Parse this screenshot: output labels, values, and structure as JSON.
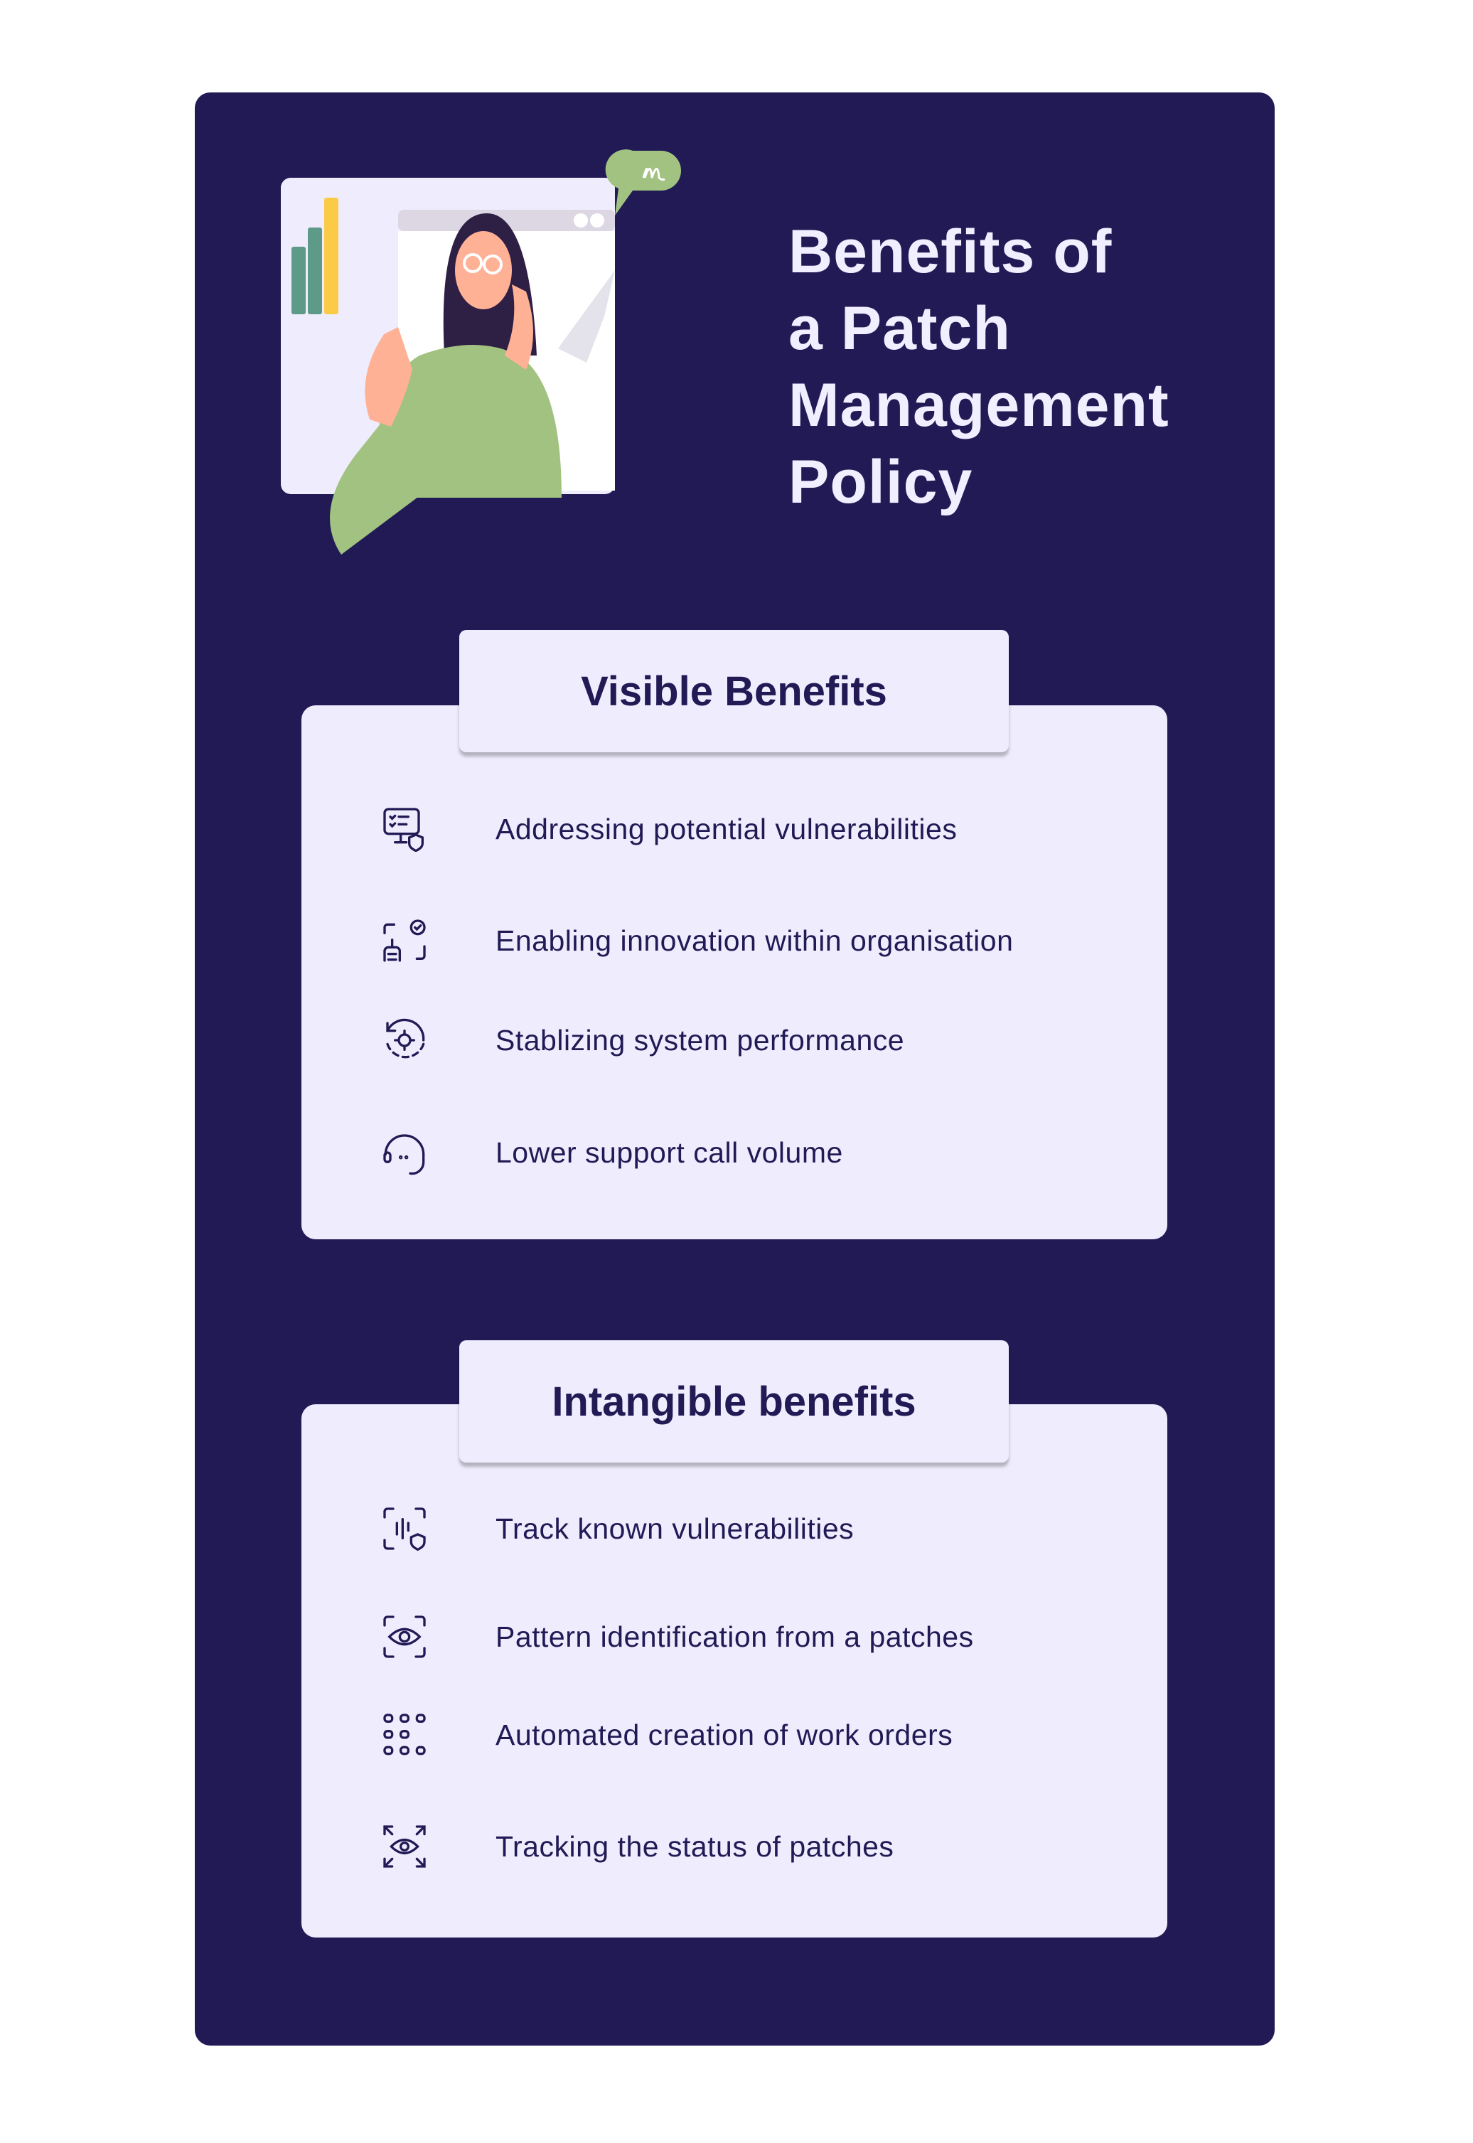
{
  "title": {
    "lines": [
      "Benefits of",
      "a Patch",
      "Management",
      "Policy"
    ]
  },
  "colors": {
    "background": "#211A55",
    "card": "#EFEDFD",
    "text": "#211A55",
    "title": "#F0EEFF"
  },
  "visible": {
    "heading": "Visible Benefits",
    "items": [
      {
        "icon": "monitor-shield-icon",
        "label": "Addressing potential vulnerabilities"
      },
      {
        "icon": "innovation-check-icon",
        "label": "Enabling innovation within organisation"
      },
      {
        "icon": "gear-refresh-icon",
        "label": "Stablizing system performance"
      },
      {
        "icon": "headset-icon",
        "label": "Lower support call volume"
      }
    ]
  },
  "intangible": {
    "heading": "Intangible benefits",
    "items": [
      {
        "icon": "scan-shield-icon",
        "label": "Track known vulnerabilities"
      },
      {
        "icon": "eye-scan-icon",
        "label": "Pattern identification from a patches"
      },
      {
        "icon": "grid-dots-icon",
        "label": "Automated creation of work orders"
      },
      {
        "icon": "eye-expand-icon",
        "label": "Tracking the status of patches"
      }
    ]
  }
}
